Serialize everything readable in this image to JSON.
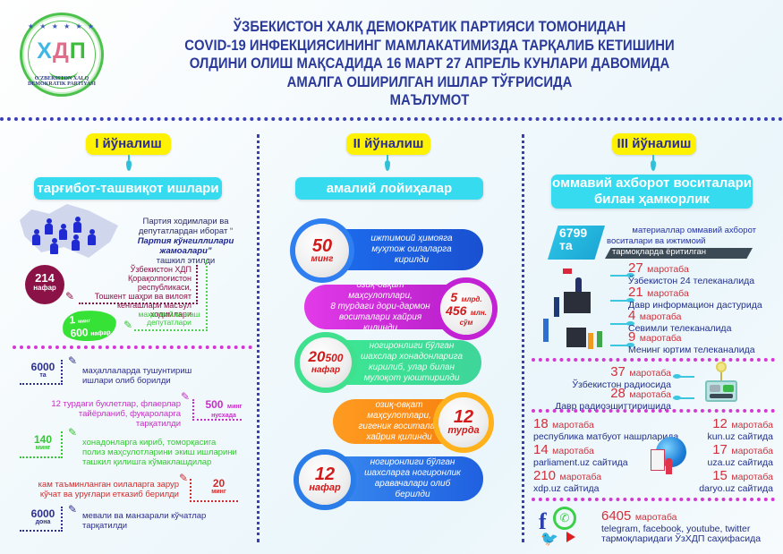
{
  "header": {
    "logo": {
      "letters": [
        "Х",
        "Д",
        "П"
      ],
      "caption": "O'ZBEKISTON XALQ DEMOKRATIK PARTIYASI",
      "colors": {
        "ring": "#4cc14c",
        "x": "#3fb6e4",
        "d": "#e06c8a",
        "p": "#3dbb3d"
      }
    },
    "title_lines": [
      "ЎЗБЕКИСТОН ХАЛҚ ДЕМОКРАТИК ПАРТИЯСИ ТОМОНИДАН",
      "COVID-19 ИНФЕКЦИЯСИНИНГ МАМЛАКАТИМИЗДА ТАРҚАЛИБ КЕТИШИНИ",
      "ОЛДИНИ ОЛИШ МАҚСАДИДА 16 МАРТ 27 АПРЕЛЬ КУНЛАРИ ДАВОМИДА",
      "АМАЛГА ОШИРИЛГАН ИШЛАР ТЎҒРИСИДА",
      "МАЪЛУМОТ"
    ]
  },
  "colors": {
    "title": "#2b3a9a",
    "yellow_pill": "#fff200",
    "cyan_pill": "#37dbf0",
    "divider_blue": "#3a3fb5",
    "divider_pink": "#d23bd1",
    "stat_red": "#d12f3a",
    "stat_navy": "#22308a"
  },
  "columns": [
    {
      "direction": "I йўналиш",
      "topic": "тарғибот-ташвиқот ишлари",
      "intro": {
        "line1": "Партия ходимлари ва",
        "line2": "депутатлардан иборат “",
        "line3": "Партия кўнгиллилари жамоалари”",
        "line4": "ташкил этилди"
      },
      "staff": {
        "number": "214",
        "unit": "нафар",
        "lines": [
          "Ўзбекистон ХДП",
          "Қорақолпоғистон республикаси,",
          "Тошкент шаҳри ва вилоят",
          "кенгашлари масъул ходимлари"
        ]
      },
      "deputies": {
        "number_top": "1",
        "unit_top": "минг",
        "number_bottom": "600",
        "unit_bottom": "нафар",
        "lines": [
          "маҳаллий кенгаш",
          "депутатлари"
        ]
      },
      "items": [
        {
          "number": "6000",
          "unit": "та",
          "text": [
            "маҳаллаларда тушунтириш",
            "ишлари олиб борилди"
          ],
          "color": "#2d2f8e"
        },
        {
          "number": "500",
          "unit_inline": "минг",
          "unit": "нусхада",
          "text": [
            "12 турдаги буклетлар, флаерлар",
            "тайёрланиб, фуқароларга тарқатилди"
          ],
          "color": "#c62ec6"
        },
        {
          "number": "140",
          "unit": "минг",
          "text": [
            "хонадонларга кириб, томорқасига",
            "полиз маҳсулотларини экиш ишларини",
            "ташкил қилишга кўмаклашдилар"
          ],
          "color": "#31c831"
        },
        {
          "number": "20",
          "unit": "минг",
          "text": [
            "кам таъминланган оилаларга зарур",
            "кўчат ва уруғлари етказиб берилди"
          ],
          "color": "#d22a2a"
        },
        {
          "number": "6000",
          "unit": "дона",
          "text": [
            "мевали ва манзарали кўчатлар",
            "тарқатилди"
          ],
          "color": "#2d2f8e"
        }
      ]
    },
    {
      "direction": "II йўналиш",
      "topic": "амалий лойиҳалар",
      "projects": [
        {
          "value": "50",
          "unit": "минг",
          "text": [
            "ижтимоий ҳимояга",
            "муҳтож оилаларга",
            "кирилди"
          ],
          "color": "#1f5fe0"
        },
        {
          "value": "5",
          "value_unit": "млрд.",
          "value2": "456",
          "value2_unit": "млн.",
          "unit": "сўм",
          "text": [
            "озиқ-овқат",
            "маҳсулотлари,",
            "8 турдаги дори-дармон",
            "воситалари хайрия",
            "қилинди"
          ],
          "color": "#d21fd8"
        },
        {
          "value": "20",
          "value_small": "500",
          "unit": "нафар",
          "text": [
            "ногиронлиги бўлган",
            "шахслар хонадонларига",
            "кирилиб, улар билан",
            "мулоқот уюштирилди"
          ],
          "color": "#3fe08e"
        },
        {
          "value": "12",
          "unit": "турда",
          "text": [
            "озиқ-овқат",
            "маҳсулотлари,",
            "гигеник воситалар",
            "хайрия қилинди"
          ],
          "color": "#ff9a1a"
        },
        {
          "value": "12",
          "unit": "нафар",
          "text": [
            "ногиронлиги бўлган",
            "шахсларга ногиронлик",
            "аравачалари олиб",
            "берилди"
          ],
          "color": "#2a7de8"
        }
      ]
    },
    {
      "direction": "III йўналиш",
      "topic_lines": [
        "оммавий ахборот воситалари",
        "билан ҳамкорлик"
      ],
      "materials": {
        "number": "6799",
        "unit": "та",
        "lines": [
          "материаллар оммавий ахборот",
          "воситалари ва ижтимоий",
          "тармоқларда ёритилган"
        ]
      },
      "tv": [
        {
          "count": "27",
          "unit": "маротаба",
          "place": "Ўзбекистон 24 телеканалида"
        },
        {
          "count": "21",
          "unit": "маротаба",
          "place": "Давр информацион дастурида"
        },
        {
          "count": "4",
          "unit": "маротаба",
          "place": "Севимли телеканалида"
        },
        {
          "count": "9",
          "unit": "маротаба",
          "place": "Менинг юртим телеканалида"
        }
      ],
      "radio": [
        {
          "count": "37",
          "unit": "маротаба",
          "place": "Ўзбекистон радиосида"
        },
        {
          "count": "28",
          "unit": "маротаба",
          "place": "Давр радиоэшиттиришида"
        }
      ],
      "press_left": [
        {
          "count": "18",
          "unit": "маротаба",
          "place": "республика матбуот нашрларида"
        },
        {
          "count": "14",
          "unit": "маротаба",
          "place": "parliament.uz сайтида"
        },
        {
          "count": "210",
          "unit": "маротаба",
          "place": "xdp.uz сайтида"
        }
      ],
      "press_right": [
        {
          "count": "12",
          "unit": "маротаба",
          "place": "kun.uz сайтида"
        },
        {
          "count": "17",
          "unit": "маротаба",
          "place": "uza.uz сайтида"
        },
        {
          "count": "15",
          "unit": "маротаба",
          "place": "daryo.uz сайтида"
        }
      ],
      "social": {
        "count": "6405",
        "unit": "маротаба",
        "line1": "telegram, facebook, youtube, twitter",
        "line2": "тармоқларидаги ЎзХДП саҳифасида",
        "icons": [
          "facebook-icon",
          "whatsapp-icon",
          "twitter-icon",
          "youtube-icon"
        ]
      }
    }
  ]
}
